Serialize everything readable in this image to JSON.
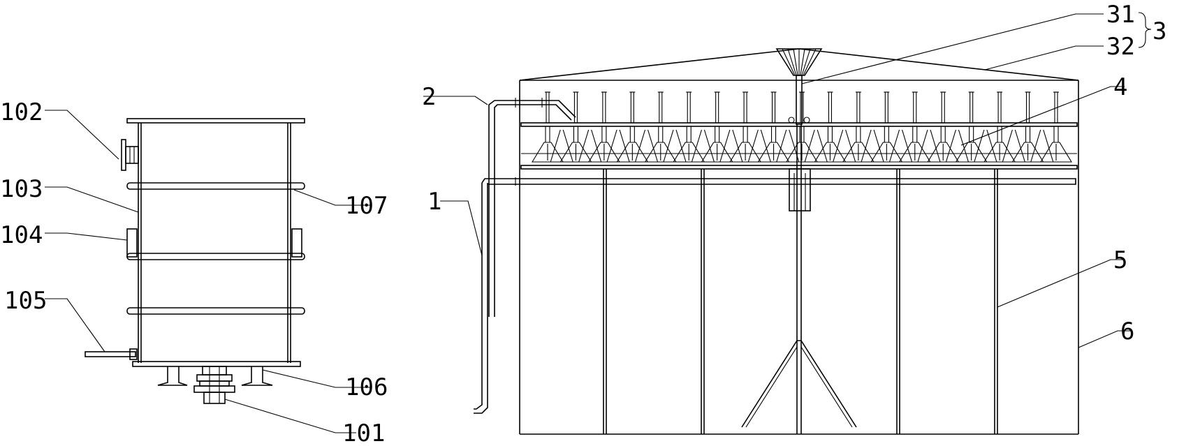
{
  "labels": {
    "l101": "101",
    "l102": "102",
    "l103": "103",
    "l104": "104",
    "l105": "105",
    "l106": "106",
    "l107": "107",
    "l1": "1",
    "l2": "2",
    "l31": "31",
    "l32": "32",
    "l3": "3",
    "l4": "4",
    "l5": "5",
    "l6": "6"
  },
  "counts": {
    "top_stubs": 19,
    "hood_cones": 19
  }
}
